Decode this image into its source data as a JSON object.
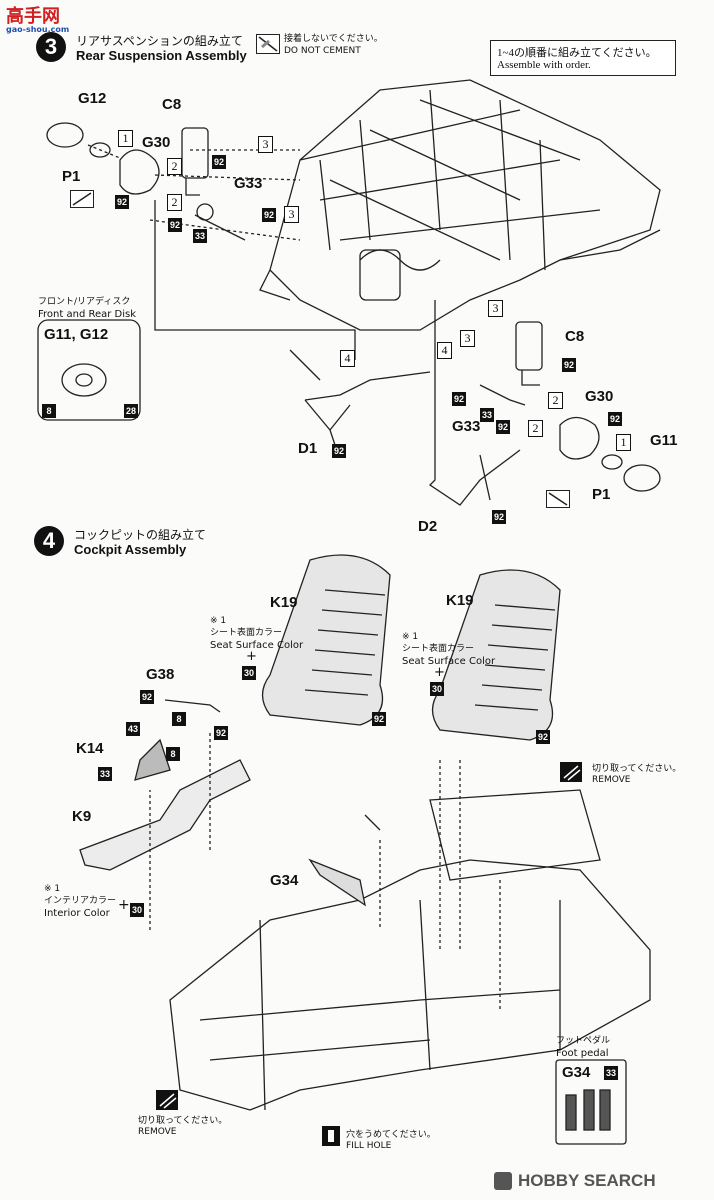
{
  "watermark": {
    "top": "高手网",
    "bottom": "gao-shou.com"
  },
  "step3": {
    "number": "3",
    "title_jp": "リアサスペンションの組み立て",
    "title_en": "Rear Suspension Assembly",
    "no_cement_jp": "接着しないでください。",
    "no_cement_en": "DO NOT CEMENT",
    "order_jp": "1~4の順番に組み立てください。",
    "order_en": "Assemble with order.",
    "disk_jp": "フロント/リアディスク",
    "disk_en": "Front and Rear Disk",
    "disk_parts": "G11, G12"
  },
  "step4": {
    "number": "4",
    "title_jp": "コックピットの組み立て",
    "title_en": "Cockpit Assembly",
    "note_mark": "※ 1",
    "seat_jp": "シート表面カラー",
    "seat_en": "Seat Surface Color",
    "interior_jp": "インテリアカラー",
    "interior_en": "Interior Color",
    "plus": "+",
    "remove_jp": "切り取ってください。",
    "remove_en": "REMOVE",
    "fill_jp": "穴をうめてください。",
    "fill_en": "FILL HOLE",
    "pedal_jp": "フットペダル",
    "pedal_en": "Foot pedal",
    "pedal_part": "G34"
  },
  "parts": {
    "g12": "G12",
    "c8": "C8",
    "g30": "G30",
    "p1": "P1",
    "g33": "G33",
    "d1": "D1",
    "d2": "D2",
    "g11": "G11",
    "k19": "K19",
    "g38": "G38",
    "k14": "K14",
    "k9": "K9",
    "g34": "G34"
  },
  "codes": {
    "c92": "92",
    "c33": "33",
    "c8": "8",
    "c28": "28",
    "c30": "30",
    "c43": "43"
  },
  "order_numbers": {
    "n1": "1",
    "n2": "2",
    "n3": "3",
    "n4": "4"
  },
  "footer": {
    "brand": "HOBBY SEARCH"
  }
}
